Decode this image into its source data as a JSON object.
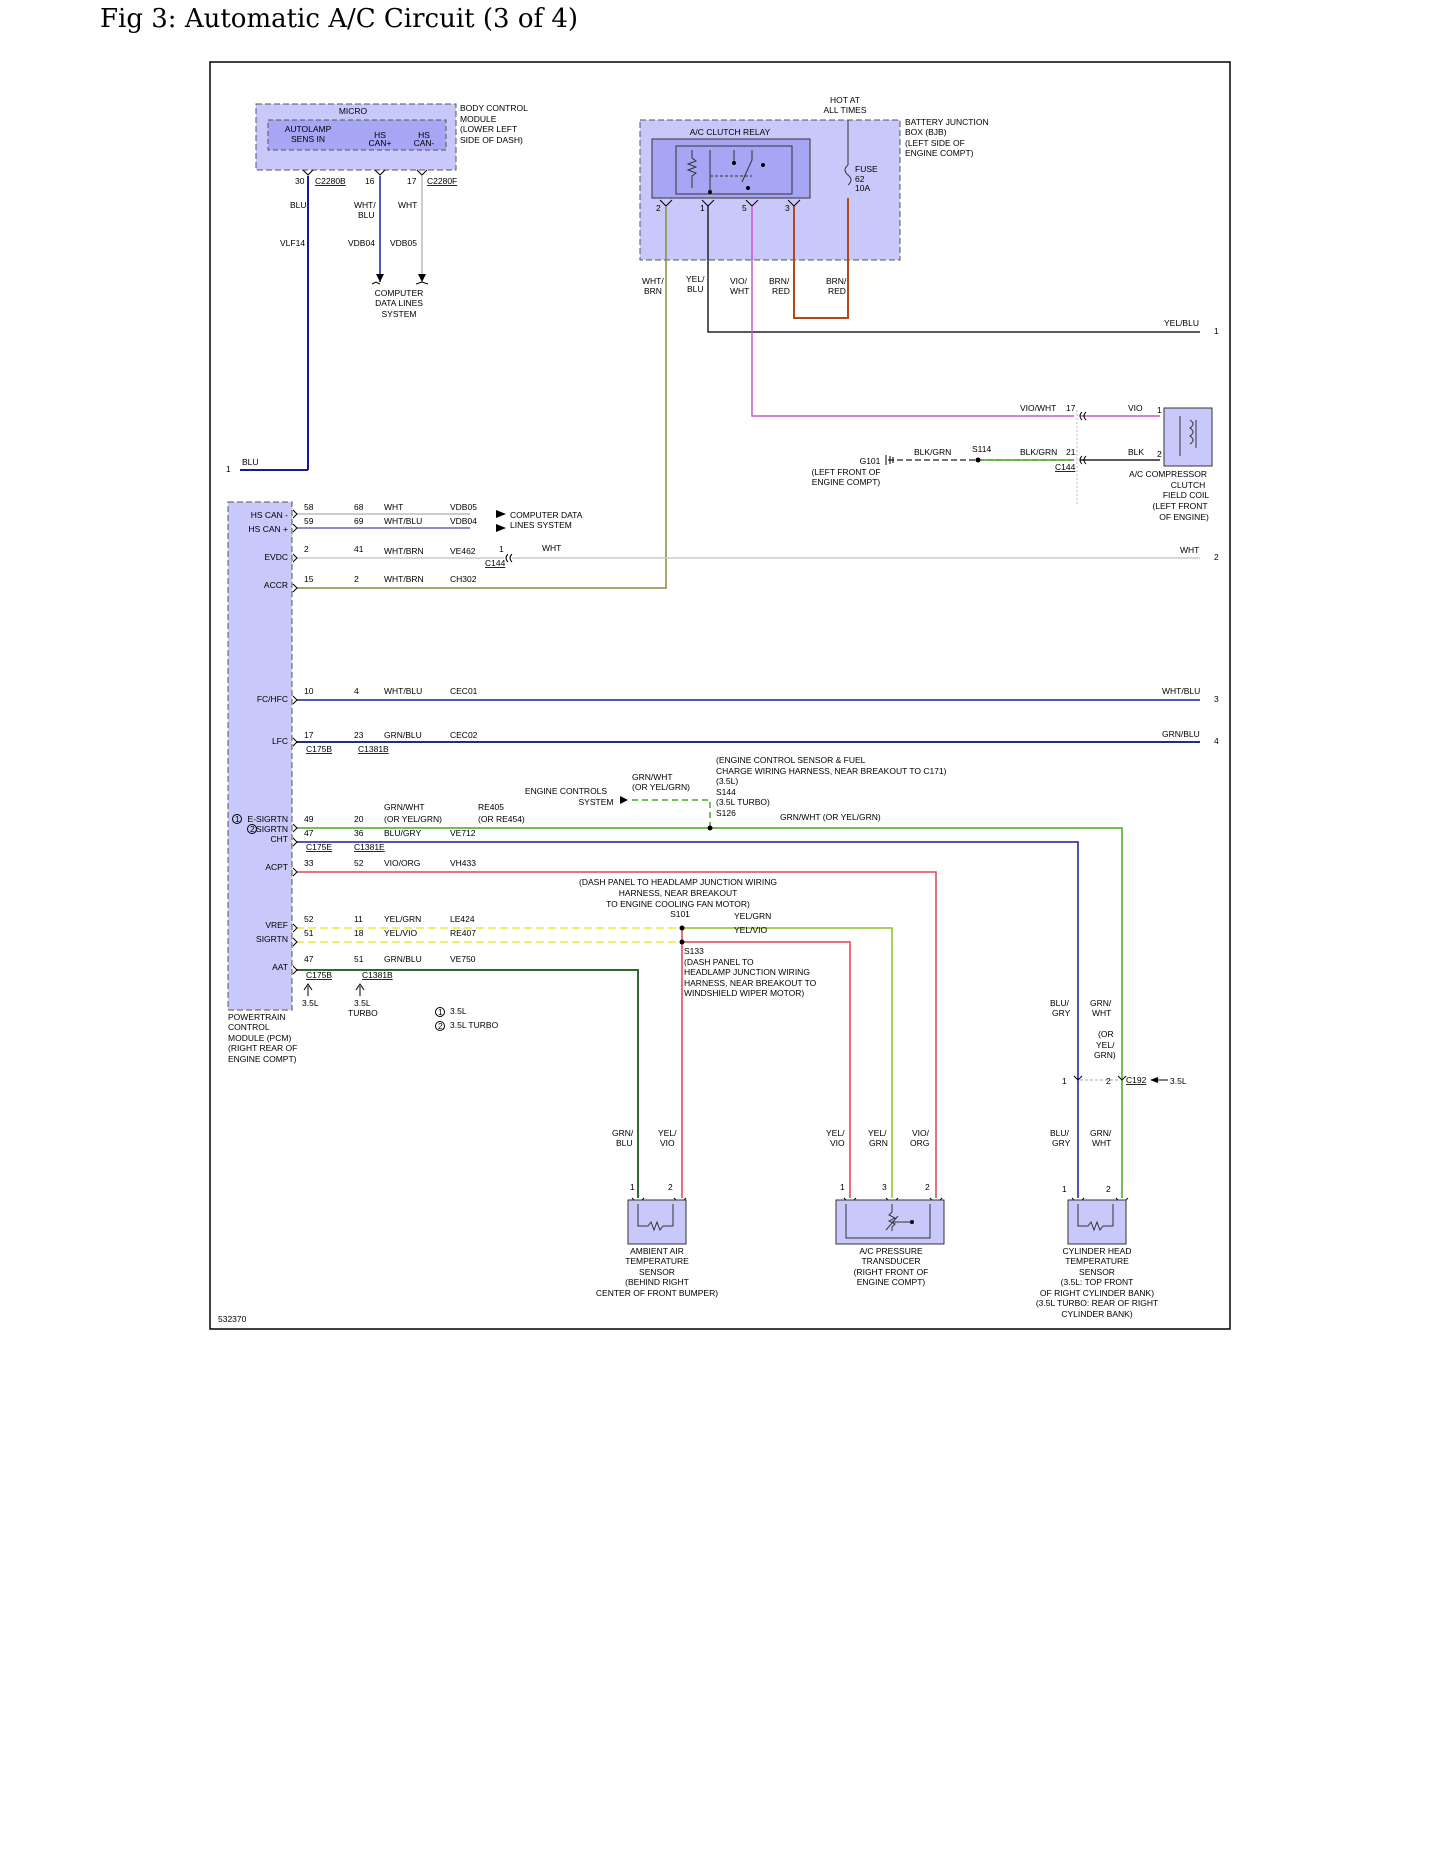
{
  "title": "Fig 3: Automatic A/C Circuit (3 of 4)",
  "colors": {
    "module_fill": "#c8c8fa",
    "module_inner": "#a6a6f4",
    "blu": "#1a1a99",
    "wht": "#cccccc",
    "olive": "#8c8a3c",
    "black": "#222222",
    "vio": "#cc55cc",
    "brnred": "#b04a1a",
    "green": "#44aa22",
    "yellow": "#f0f070",
    "red": "#e0405a",
    "navy": "#203070",
    "darkgreen": "#336633",
    "dark": "#333333"
  },
  "bcm": {
    "micro": "MICRO",
    "autolamp": "AUTOLAMP SENS IN",
    "hscan_p": "HS CAN+",
    "hscan_m": "HS CAN-",
    "label": [
      "BODY CONTROL",
      "MODULE",
      "(LOWER LEFT",
      "SIDE OF DASH)"
    ],
    "pins": [
      "30",
      "16",
      "17"
    ],
    "conn_l": "C2280B",
    "conn_r": "C2280F",
    "wire_colors": [
      "BLU",
      "WHT/",
      "BLU",
      "WHT"
    ],
    "circuits": [
      "VLF14",
      "VDB04",
      "VDB05"
    ],
    "cdl": [
      "COMPUTER",
      "DATA LINES",
      "SYSTEM"
    ]
  },
  "bjb": {
    "hot": [
      "HOT AT",
      "ALL TIMES"
    ],
    "relay": "A/C CLUTCH RELAY",
    "label": [
      "BATTERY JUNCTION",
      "BOX (BJB)",
      "(LEFT SIDE OF",
      "ENGINE COMPT)"
    ],
    "fuse": [
      "FUSE",
      "62",
      "10A"
    ],
    "pins": [
      "2",
      "1",
      "5",
      "3"
    ],
    "wires": [
      "WHT/",
      "BRN",
      "YEL/",
      "BLU",
      "VIO/",
      "WHT",
      "BRN/",
      "RED",
      "BRN/",
      "RED"
    ]
  },
  "right": {
    "yelblu": "YEL/BLU",
    "n1": "1",
    "viowht": "VIO/WHT",
    "p17": "17",
    "vio": "VIO",
    "p1": "1",
    "blkgrn1": "BLK/GRN",
    "s114": "S114",
    "blkgrn2": "BLK/GRN",
    "p21": "21",
    "c144": "C144",
    "blk": "BLK",
    "p2": "2",
    "g101": [
      "G101",
      "(LEFT FRONT OF",
      "ENGINE COMPT)"
    ],
    "coil": [
      "A/C COMPRESSOR",
      "CLUTCH",
      "FIELD COIL",
      "(LEFT FRONT",
      "OF ENGINE)"
    ],
    "blu_in": "BLU",
    "n1b": "1"
  },
  "pcm": {
    "label": [
      "POWERTRAIN",
      "CONTROL",
      "MODULE (PCM)",
      "(RIGHT REAR OF",
      "ENGINE COMPT)"
    ],
    "pins": [
      "HS CAN -",
      "HS CAN +",
      "EVDC",
      "ACCR",
      "FC/HFC",
      "LFC",
      "E-SIGRTN",
      "SIGRTN",
      "CHT",
      "ACPT",
      "VREF",
      "SIGRTN",
      "AAT"
    ],
    "circle1": "1",
    "circle2": "2",
    "rows": [
      [
        "58",
        "68",
        "WHT",
        "VDB05"
      ],
      [
        "59",
        "69",
        "WHT/BLU",
        "VDB04"
      ],
      [
        "2",
        "41",
        "WHT/BRN",
        "VE462"
      ],
      [
        "15",
        "2",
        "WHT/BRN",
        "CH302"
      ],
      [
        "10",
        "4",
        "WHT/BLU",
        "CEC01"
      ],
      [
        "17",
        "23",
        "GRN/BLU",
        "CEC02"
      ],
      [
        "49",
        "20",
        "GRN/WHT",
        "RE405"
      ],
      [
        "47",
        "36",
        "BLU/GRY",
        "VE712"
      ],
      [
        "33",
        "52",
        "VIO/ORG",
        "VH433"
      ],
      [
        "52",
        "11",
        "YEL/GRN",
        "LE424"
      ],
      [
        "51",
        "18",
        "YEL/VIO",
        "RE407"
      ],
      [
        "47",
        "51",
        "GRN/BLU",
        "VE750"
      ]
    ],
    "sub1": "(OR YEL/GRN)",
    "sub2": "(OR RE454)",
    "cdl": [
      "COMPUTER DATA",
      "LINES SYSTEM"
    ],
    "c144_pin": "1",
    "c144": "C144",
    "wht_mid": "WHT",
    "wht_right": "WHT",
    "n2": "2",
    "whtblu_r": "WHT/BLU",
    "n3": "3",
    "grnblu_r": "GRN/BLU",
    "n4": "4",
    "c175b": "C175B",
    "c1381b": "C1381B",
    "c175e": "C175E",
    "c1381e": "C1381E",
    "ec": [
      "ENGINE CONTROLS",
      "SYSTEM"
    ],
    "grnwht_alt": [
      "GRN/WHT",
      "(OR YEL/GRN)"
    ],
    "s144note": [
      "(ENGINE CONTROL SENSOR & FUEL",
      "CHARGE WIRING HARNESS, NEAR BREAKOUT TO C171)",
      "(3.5L)",
      "S144",
      "(3.5L TURBO)",
      "S126"
    ],
    "grnwht_run": "GRN/WHT  (OR YEL/GRN)",
    "dashnote": [
      "(DASH PANEL TO HEADLAMP JUNCTION WIRING",
      "HARNESS, NEAR BREAKOUT",
      "TO ENGINE COOLING FAN MOTOR)",
      "S101"
    ],
    "yelgrn_r": "YEL/GRN",
    "yelvio_r": "YEL/VIO",
    "s133": [
      "S133",
      "(DASH PANEL TO",
      "HEADLAMP JUNCTION WIRING",
      "HARNESS, NEAR BREAKOUT TO",
      "WINDSHIELD WIPER MOTOR)"
    ],
    "arrows": [
      "3.5L",
      "3.5L",
      "TURBO"
    ],
    "legend": [
      "3.5L",
      "3.5L TURBO"
    ]
  },
  "sensors": {
    "aat": {
      "wires": [
        "GRN/",
        "BLU",
        "YEL/",
        "VIO"
      ],
      "pins": [
        "1",
        "2"
      ],
      "label": [
        "AMBIENT AIR",
        "TEMPERATURE",
        "SENSOR",
        "(BEHIND RIGHT",
        "CENTER OF FRONT BUMPER)"
      ]
    },
    "acp": {
      "wires": [
        "YEL/",
        "VIO",
        "YEL/",
        "GRN",
        "VIO/",
        "ORG"
      ],
      "pins": [
        "1",
        "3",
        "2"
      ],
      "label": [
        "A/C PRESSURE",
        "TRANSDUCER",
        "(RIGHT FRONT OF",
        "ENGINE COMPT)"
      ]
    },
    "cht": {
      "top": [
        "BLU/",
        "GRY",
        "GRN/",
        "WHT",
        "(OR",
        "YEL/",
        "GRN)"
      ],
      "c192": [
        "1",
        "2",
        "C192",
        "3.5L"
      ],
      "wires": [
        "BLU/",
        "GRY",
        "GRN/",
        "WHT"
      ],
      "pins": [
        "1",
        "2"
      ],
      "label": [
        "CYLINDER HEAD",
        "TEMPERATURE",
        "SENSOR",
        "(3.5L: TOP FRONT",
        "OF RIGHT CYLINDER BANK)",
        "(3.5L TURBO: REAR OF RIGHT",
        "CYLINDER BANK)"
      ]
    }
  },
  "figure_id": "532370"
}
